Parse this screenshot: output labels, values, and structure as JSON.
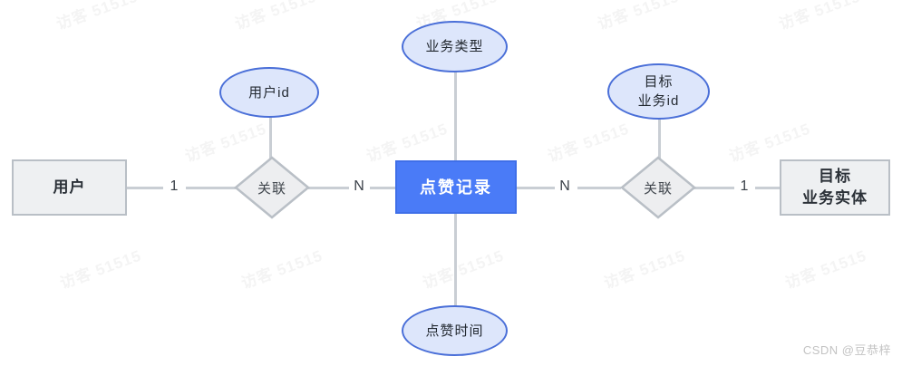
{
  "diagram": {
    "type": "er-diagram",
    "entities": [
      {
        "id": "user",
        "label": "用户",
        "style": "gray"
      },
      {
        "id": "like_record",
        "label": "点赞记录",
        "style": "blue"
      },
      {
        "id": "target_entity",
        "label_line1": "目标",
        "label_line2": "业务实体",
        "style": "gray"
      }
    ],
    "relationships": [
      {
        "id": "rel_left",
        "label": "关联"
      },
      {
        "id": "rel_right",
        "label": "关联"
      }
    ],
    "attributes": [
      {
        "id": "attr_user_id",
        "label": "用户id"
      },
      {
        "id": "attr_business_type",
        "label": "业务类型"
      },
      {
        "id": "attr_target_business_id",
        "label_line1": "目标",
        "label_line2": "业务id"
      },
      {
        "id": "attr_like_time",
        "label": "点赞时间"
      }
    ],
    "cardinality": {
      "user_to_rel_left": "1",
      "rel_left_to_record": "N",
      "record_to_rel_right": "N",
      "rel_right_to_target": "1"
    }
  },
  "colors": {
    "entity_blue_fill": "#4a7bf7",
    "entity_blue_border": "#3f6fe8",
    "entity_gray_fill": "#eef0f2",
    "entity_gray_border": "#b9bfc6",
    "attribute_fill": "#dde6fb",
    "attribute_border": "#4a6fd8",
    "connector": "#c9ced4",
    "diamond_fill": "#edeef0",
    "diamond_border": "#b9bfc6"
  },
  "watermark": {
    "text": "访客 51515"
  },
  "credit": {
    "text": "CSDN @豆恭梓"
  }
}
